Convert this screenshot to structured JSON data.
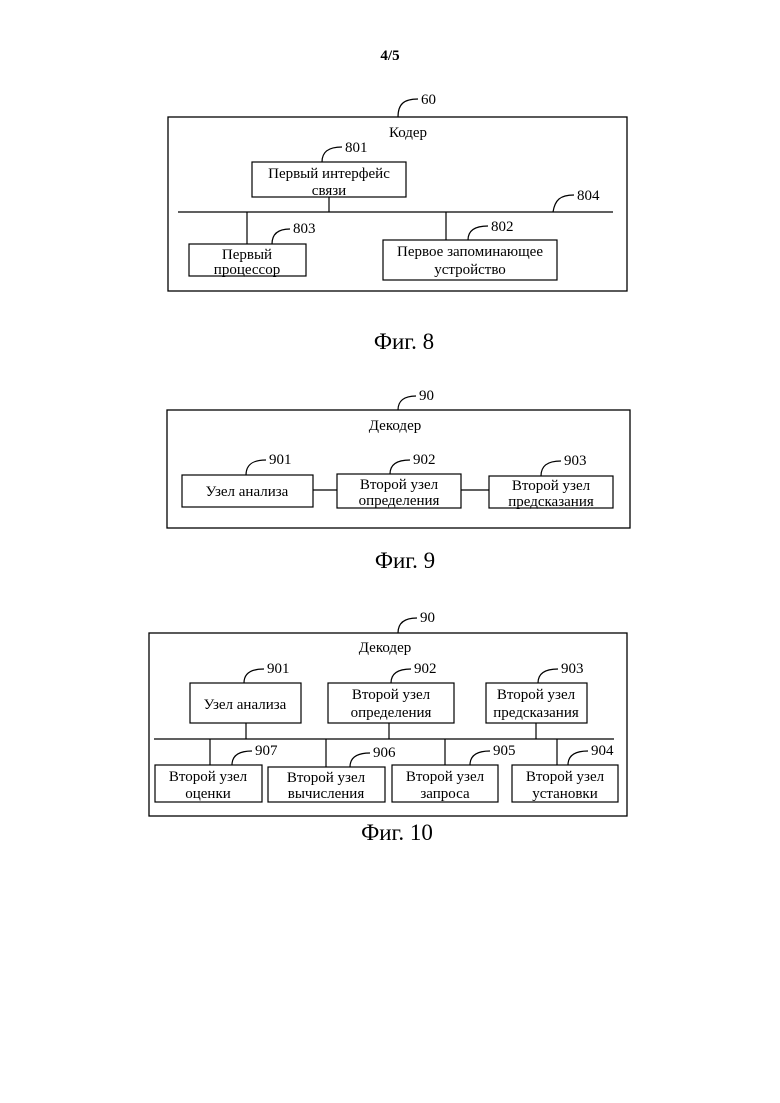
{
  "page_number": "4/5",
  "fig8": {
    "ref": "60",
    "title": "Кодер",
    "caption": "Фиг. 8",
    "bus_ref": "804",
    "interface": {
      "ref": "801",
      "line1": "Первый интерфейс",
      "line2": "связи"
    },
    "processor": {
      "ref": "803",
      "line1": "Первый",
      "line2": "процессор"
    },
    "memory": {
      "ref": "802",
      "line1": "Первое запоминающее",
      "line2": "устройство"
    }
  },
  "fig9": {
    "ref": "90",
    "title": "Декодер",
    "caption": "Фиг. 9",
    "analysis": {
      "ref": "901",
      "line1": "Узел анализа"
    },
    "determination": {
      "ref": "902",
      "line1": "Второй узел",
      "line2": "определения"
    },
    "prediction": {
      "ref": "903",
      "line1": "Второй узел",
      "line2": "предсказания"
    }
  },
  "fig10": {
    "ref": "90",
    "title": "Декодер",
    "caption": "Фиг. 10",
    "analysis": {
      "ref": "901",
      "line1": "Узел анализа"
    },
    "determination": {
      "ref": "902",
      "line1": "Второй узел",
      "line2": "определения"
    },
    "prediction": {
      "ref": "903",
      "line1": "Второй узел",
      "line2": "предсказания"
    },
    "evaluation": {
      "ref": "907",
      "line1": "Второй узел",
      "line2": "оценки"
    },
    "computation": {
      "ref": "906",
      "line1": "Второй узел",
      "line2": "вычисления"
    },
    "query": {
      "ref": "905",
      "line1": "Второй узел",
      "line2": "запроса"
    },
    "setting": {
      "ref": "904",
      "line1": "Второй узел",
      "line2": "установки"
    }
  }
}
